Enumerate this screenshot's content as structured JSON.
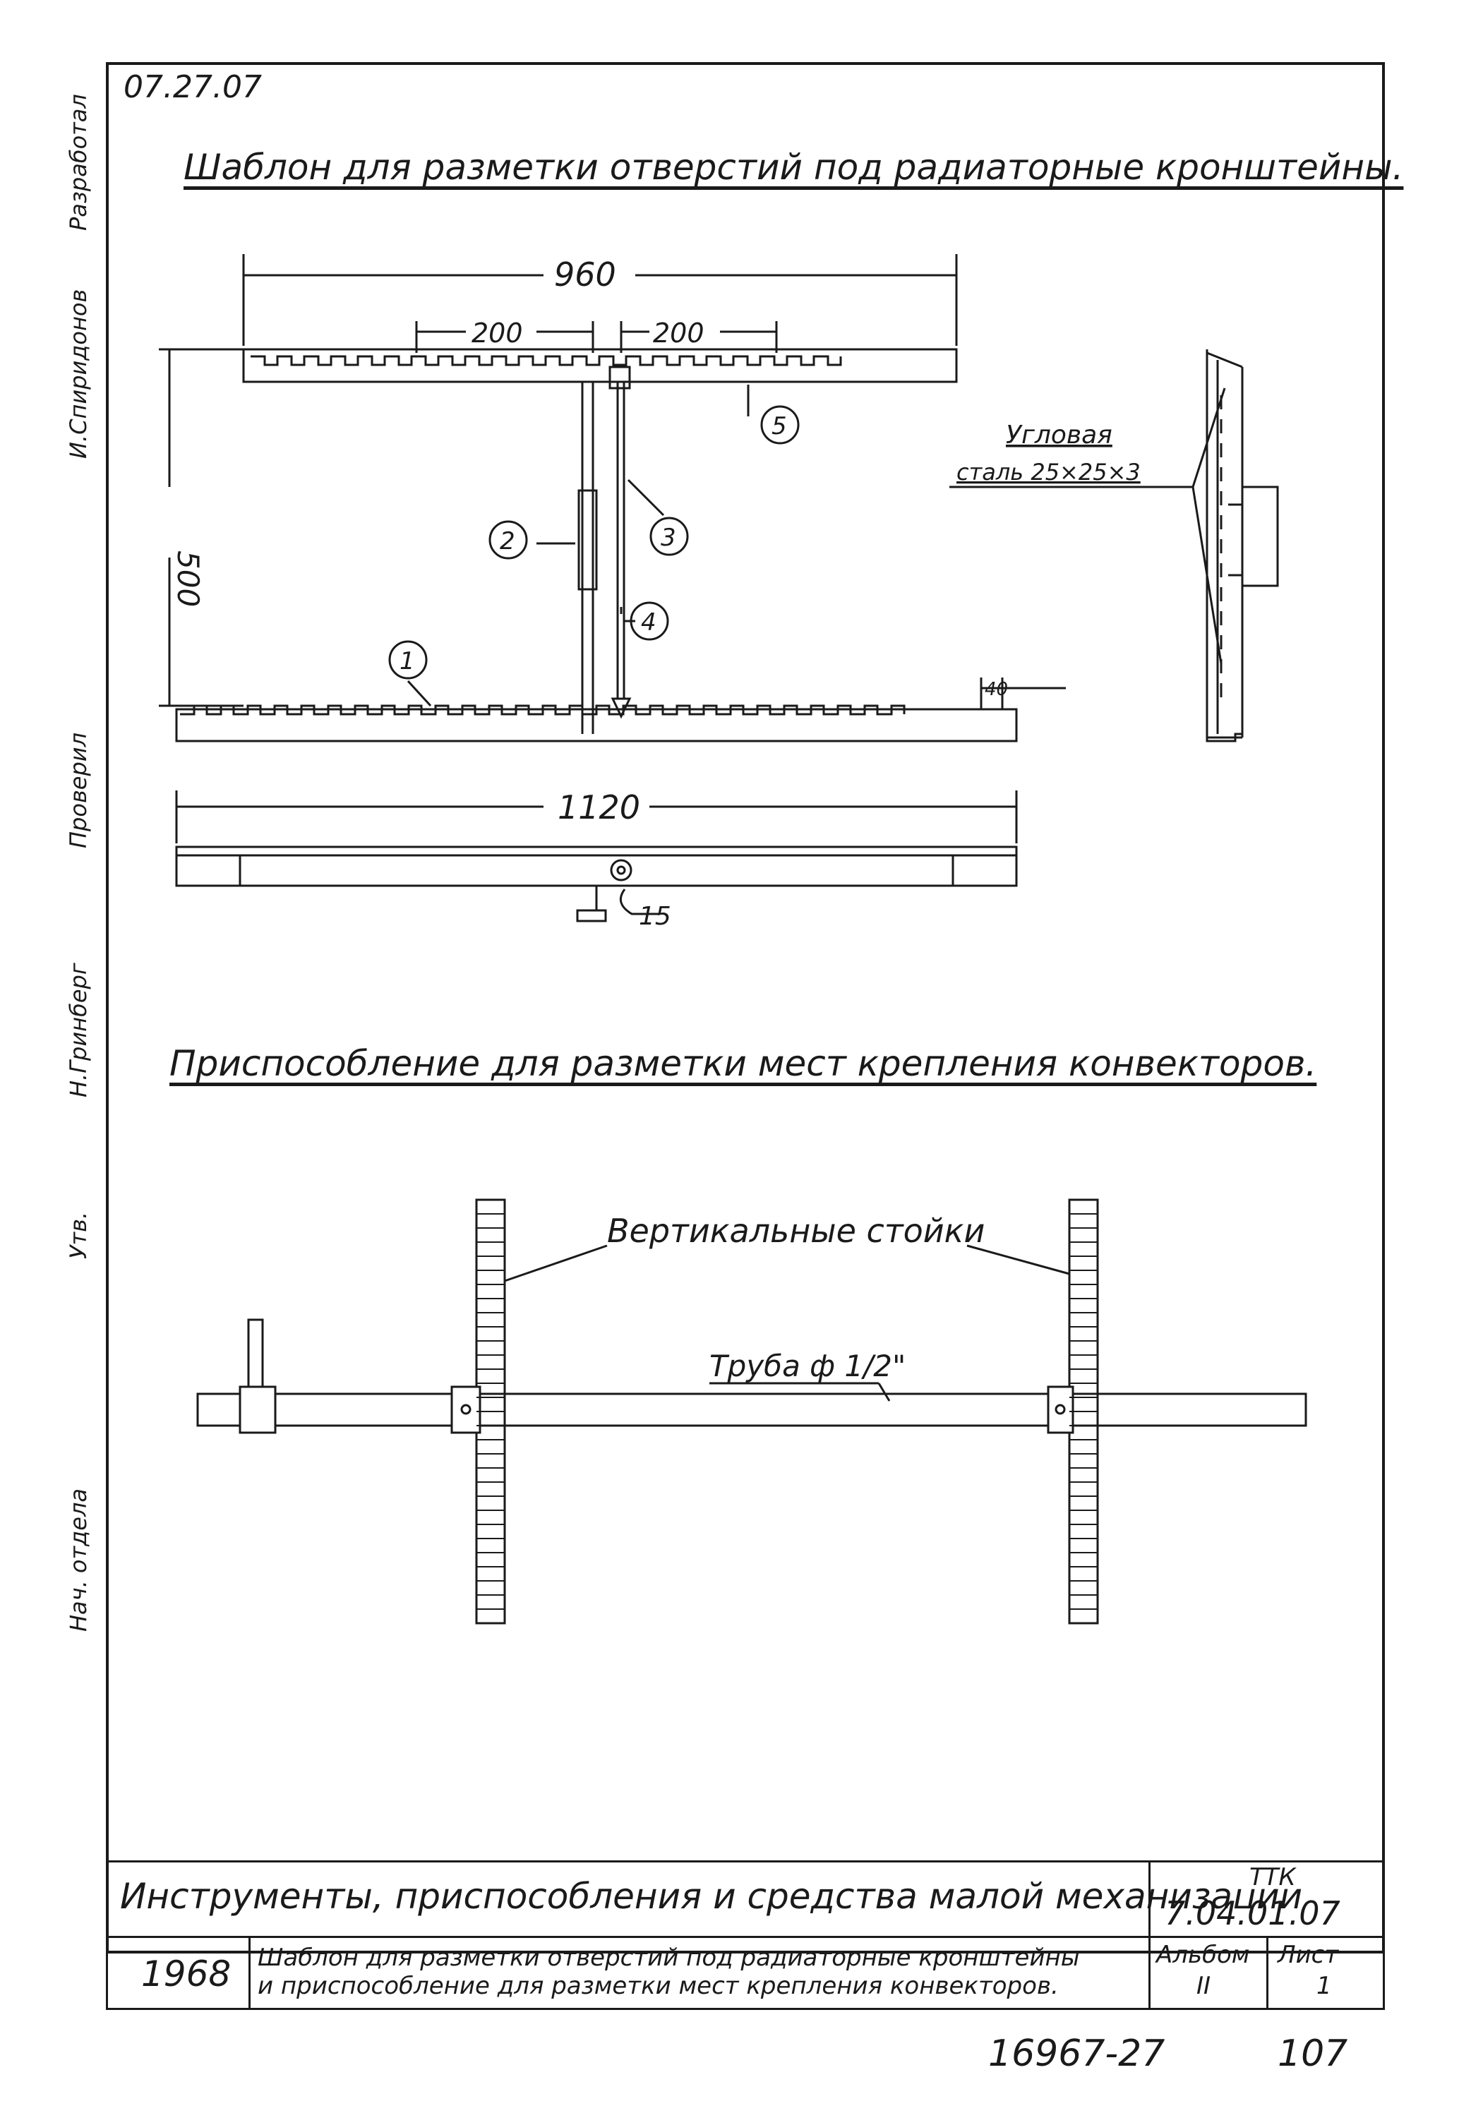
{
  "header": {
    "doc_code": "07.27.07",
    "title_template": "Шаблон для разметки отверстий под радиаторные кронштейны.",
    "title_fixture": "Приспособление для разметки мест крепления конвекторов."
  },
  "drawing1": {
    "dim_top": "960",
    "dim_left_200": "200",
    "dim_right_200": "200",
    "dim_height": "500",
    "dim_bottom": "1120",
    "dim_notch": "40",
    "dim_offset": "15",
    "callouts": [
      "1",
      "2",
      "3",
      "4",
      "5"
    ],
    "angle_label_line1": "Угловая",
    "angle_label_line2": "сталь 25×25×3"
  },
  "drawing2": {
    "label_posts": "Вертикальные стойки",
    "label_pipe": "Труба ф 1/2\""
  },
  "side_strip": {
    "labels": [
      "Разработал",
      "И.Спиридонов",
      "Проверил",
      "Н.Гринберг",
      "Утв.",
      "Нач. отдела"
    ]
  },
  "title_block": {
    "main_title": "Инструменты, приспособления и средства малой механизации",
    "ttk_label": "ТТК",
    "ttk_code": "7.04.01.07",
    "year": "1968",
    "sub_title_line1": "Шаблон для разметки отверстий под радиаторные кронштейны",
    "sub_title_line2": "и приспособление для разметки мест крепления конвекторов.",
    "album_label": "Альбом",
    "album_value": "II",
    "sheet_label": "Лист",
    "sheet_value": "1"
  },
  "footer": {
    "inventory_number": "16967-27",
    "page_number": "107"
  }
}
